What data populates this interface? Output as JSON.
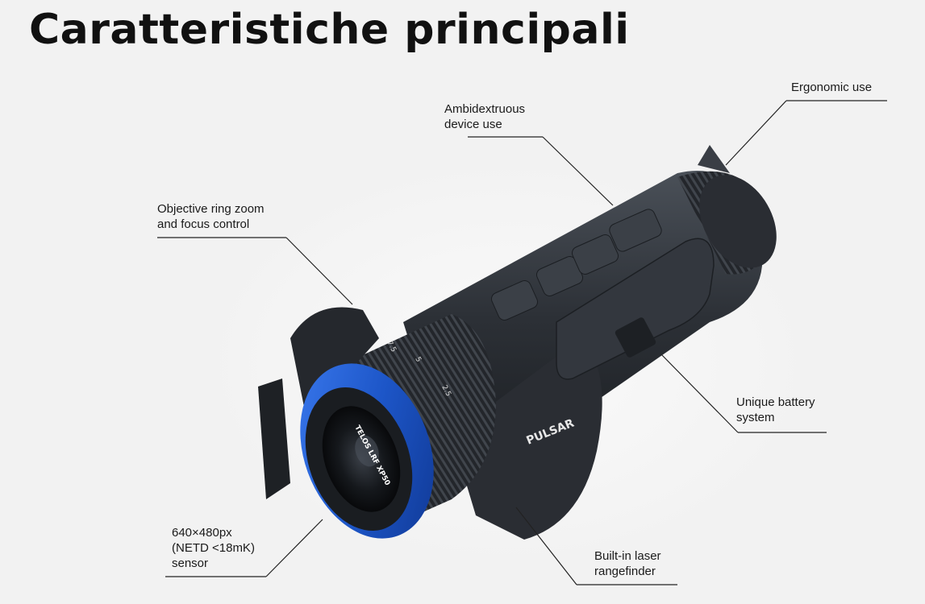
{
  "heading": "Caratteristiche principali",
  "callouts": {
    "ergonomic": "Ergonomic use",
    "ambidextrous": "Ambidextruous\ndevice use",
    "objective_ring": "Objective ring zoom\nand focus control",
    "battery": "Unique battery\nsystem",
    "sensor": "640×480px\n(NETD <18mK)\nsensor",
    "rangefinder": "Built-in laser\nrangefinder"
  },
  "device": {
    "brand": "PULSAR",
    "model": "TELOS LRF XP50",
    "zoom_marks": [
      "2.5",
      "5",
      "7.5"
    ]
  },
  "colors": {
    "accent_ring": "#1f5fd6",
    "body": "#2b2f35",
    "text": "#111111"
  }
}
